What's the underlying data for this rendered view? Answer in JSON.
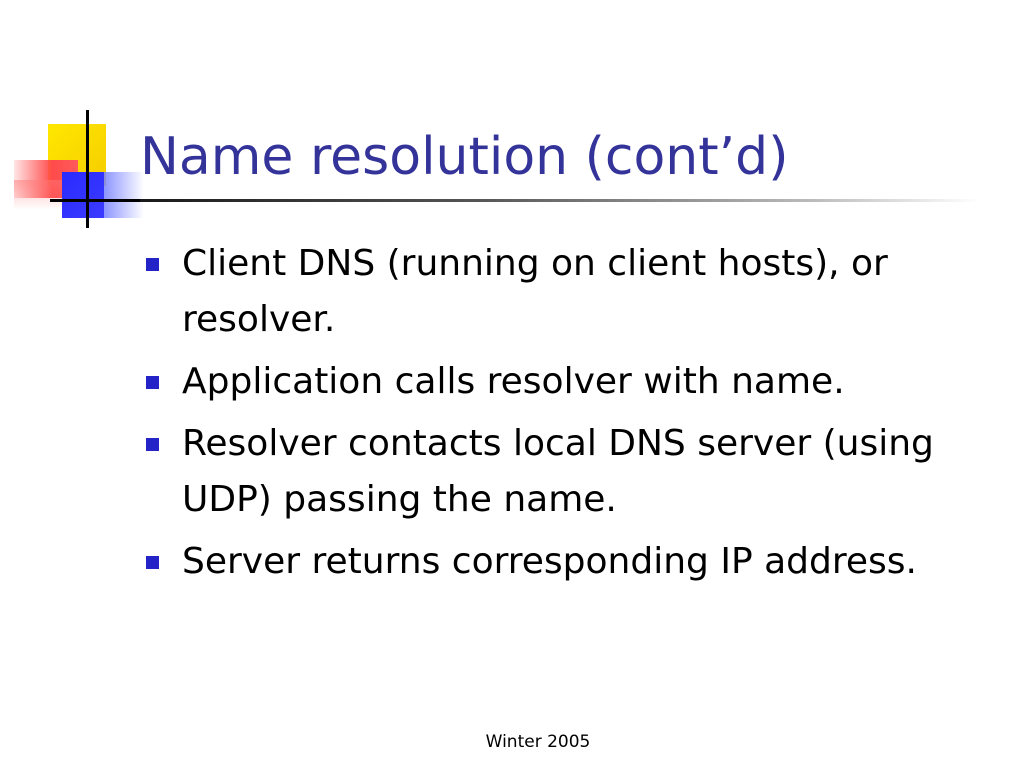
{
  "slide": {
    "title": "Name resolution (cont’d)",
    "bullets": [
      {
        "text": "Client DNS (running on client hosts), or resolver."
      },
      {
        "text": "Application calls resolver with name."
      },
      {
        "text": "Resolver contacts local DNS server (using UDP) passing the name."
      },
      {
        "text": "Server returns corresponding IP address."
      }
    ],
    "footer": "Winter 2005"
  },
  "colors": {
    "title": "#333399",
    "bullet_marker": "#2323c8",
    "logo_yellow": "#ffe800",
    "logo_red": "#ff4b4b",
    "logo_blue": "#2a2aff"
  }
}
